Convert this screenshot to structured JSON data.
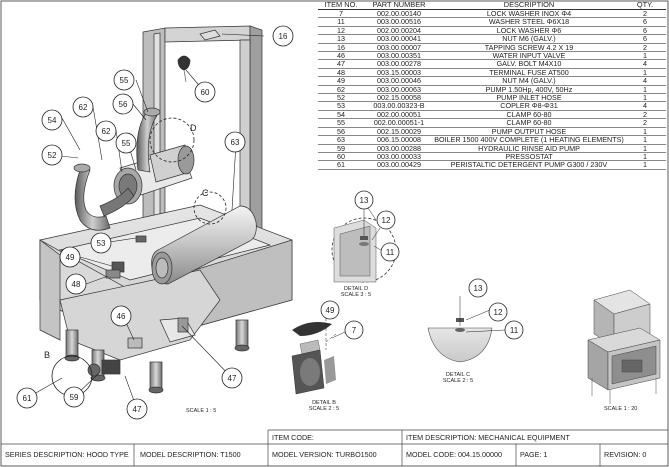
{
  "bom": {
    "headers": [
      "ITEM NO.",
      "PART NUMBER",
      "DESCRIPTION",
      "QTY."
    ],
    "rows": [
      [
        "7",
        "002.00.00140",
        "LOCK WASHER INOX Φ4",
        "2"
      ],
      [
        "11",
        "003.00.00516",
        "WASHER STEEL Φ6X18",
        "6"
      ],
      [
        "12",
        "002.00.00204",
        "LOCK WASHER Φ6",
        "6"
      ],
      [
        "13",
        "003.00.00041",
        "NUT M6 (GALV.)",
        "6"
      ],
      [
        "16",
        "003.00.00007",
        "TAPPING SCREW 4.2 X 19",
        "2"
      ],
      [
        "46",
        "003.00.00351",
        "WATER INPUT VALVE",
        "1"
      ],
      [
        "47",
        "003.00.00278",
        "GALV. BOLT M4X10",
        "4"
      ],
      [
        "48",
        "003.15.00003",
        "TERMINAL FUSE AT500",
        "1"
      ],
      [
        "49",
        "003.00.00046",
        "NUT M4 (GALV.)",
        "4"
      ],
      [
        "62",
        "003.00.00063",
        "PUMP 1.50Hp, 400V, 50Hz",
        "1"
      ],
      [
        "52",
        "002.15.00058",
        "PUMP INLET HOSE",
        "1"
      ],
      [
        "53",
        "003.00.00323-B",
        "COPLER Φ8-Φ31",
        "4"
      ],
      [
        "54",
        "002.00.00051",
        "CLAMP 60-80",
        "2"
      ],
      [
        "55",
        "002.00.00051-1",
        "CLAMP 60-80",
        "2"
      ],
      [
        "56",
        "002.15.00029",
        "PUMP OUTPUT HOSE",
        "1"
      ],
      [
        "63",
        "006.15.00008",
        "BOILER 1500 400V COMPLETE (1 HEATING ELEMENTS)",
        "1"
      ],
      [
        "59",
        "003.00.00288",
        "HYDRAULIC RINSE AID PUMP",
        "1"
      ],
      [
        "60",
        "003.00.00033",
        "PRESSOSTAT",
        "1"
      ],
      [
        "61",
        "003.00.00429",
        "PERISTALTIC DETERGENT PUMP G300 / 230V",
        "1"
      ]
    ]
  },
  "callouts": {
    "c16": "16",
    "c60": "60",
    "c55a": "55",
    "c56": "56",
    "c54": "54",
    "c62": "62",
    "c55b": "55",
    "c63": "63",
    "c52": "52",
    "c53": "53",
    "c49": "49",
    "c48": "48",
    "c46": "46",
    "c47a": "47",
    "c61": "61",
    "c59": "59",
    "c47b": "47",
    "d13": "13",
    "d12": "12",
    "d11": "11",
    "b49": "49",
    "b7": "7",
    "e13": "13",
    "e12": "12",
    "e11": "11"
  },
  "letters": {
    "d": "D",
    "c": "C",
    "b": "B"
  },
  "details": {
    "d_title": "DETAIL D",
    "d_scale": "SCALE 3 : 5",
    "b_title": "DETAIL B",
    "b_scale": "SCALE 2 : 5",
    "c_title": "DETAIL C",
    "c_scale": "SCALE 2 : 5",
    "main_scale": "SCALE 1 : 5",
    "iso_scale": "SCALE 1 : 20"
  },
  "footer": {
    "item_code": "ITEM CODE:",
    "item_description": "ITEM DESCRIPTION:  MECHANICAL EQUIPMENT",
    "series": "SERIES DESCRIPTION: HOOD TYPE",
    "model_desc": "MODEL DESCRIPTION: T1500",
    "model_version": "MODEL VERSION: TURBO1500",
    "model_code": "MODEL CODE: 004.15.00000",
    "page": "PAGE: 1",
    "revision": "REVISION: 0"
  }
}
